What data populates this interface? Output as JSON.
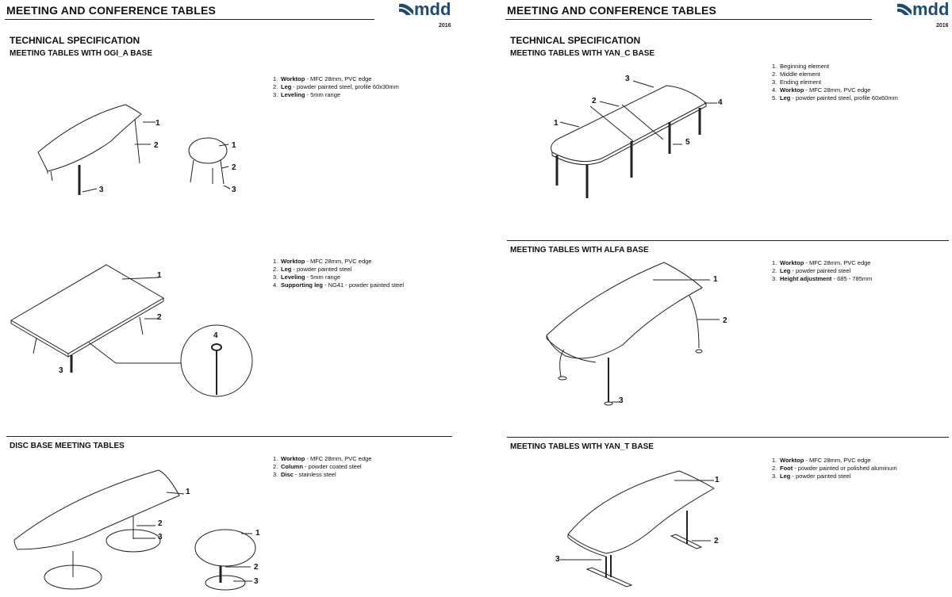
{
  "pages": [
    {
      "header_title": "MEETING AND CONFERENCE TABLES",
      "logo_text": "mdd",
      "year": "2016",
      "technical_spec": "TECHNICAL SPECIFICATION",
      "sections": [
        {
          "title": "MEETING TABLES WITH OGI_A BASE",
          "specs": [
            {
              "num": "1.",
              "name": "Worktop",
              "desc": " - MFC 28mm, PVC edge"
            },
            {
              "num": "2.",
              "name": "Leg",
              "desc": " - powder painted steel, profile 60x30mm"
            },
            {
              "num": "3.",
              "name": "Leveling",
              "desc": " - 5mm range"
            }
          ],
          "callouts": [
            "1",
            "2",
            "3",
            "1",
            "2",
            "3"
          ]
        },
        {
          "title": "",
          "specs": [
            {
              "num": "1.",
              "name": "Worktop",
              "desc": " - MFC 28mm, PVC edge"
            },
            {
              "num": "2.",
              "name": "Leg",
              "desc": " - powder painted steel"
            },
            {
              "num": "3.",
              "name": "Leveling",
              "desc": " - 5mm range"
            },
            {
              "num": "4.",
              "name": "Supporting leg",
              "desc": " - NG41 - powder painted steel"
            }
          ],
          "callouts": [
            "1",
            "2",
            "3",
            "4"
          ]
        },
        {
          "title": "DISC BASE MEETING TABLES",
          "specs": [
            {
              "num": "1.",
              "name": "Worktop",
              "desc": " - MFC 28mm, PVC edge"
            },
            {
              "num": "2.",
              "name": "Column",
              "desc": " - powder coated steel"
            },
            {
              "num": "3.",
              "name": "Disc",
              "desc": " - stainless steel"
            }
          ],
          "callouts": [
            "1",
            "2",
            "3",
            "1",
            "2",
            "3"
          ]
        }
      ]
    },
    {
      "header_title": "MEETING AND CONFERENCE TABLES",
      "logo_text": "mdd",
      "year": "2016",
      "technical_spec": "TECHNICAL SPECIFICATION",
      "sections": [
        {
          "title": "MEETING TABLES WITH YAN_C BASE",
          "specs": [
            {
              "num": "1.",
              "name": "",
              "desc": "Beginning element"
            },
            {
              "num": "2.",
              "name": "",
              "desc": "Middle element"
            },
            {
              "num": "3.",
              "name": "",
              "desc": "Ending element"
            },
            {
              "num": "4.",
              "name": "Worktop",
              "desc": " - MFC 28mm, PVC edge"
            },
            {
              "num": "5.",
              "name": "Leg",
              "desc": " - powder painted steel, profile 60x60mm"
            }
          ],
          "callouts": [
            "1",
            "2",
            "3",
            "4",
            "5"
          ]
        },
        {
          "title": "MEETING TABLES WITH ALFA BASE",
          "specs": [
            {
              "num": "1.",
              "name": "Worktop",
              "desc": " - MFC 28mm, PVC edge"
            },
            {
              "num": "2.",
              "name": "Leg",
              "desc": " - powder painted steel"
            },
            {
              "num": "3.",
              "name": "Height adjustment",
              "desc": " - 685 - 785mm"
            }
          ],
          "callouts": [
            "1",
            "2",
            "3"
          ]
        },
        {
          "title": "MEETING TABLES WITH YAN_T BASE",
          "specs": [
            {
              "num": "1.",
              "name": "Worktop",
              "desc": " - MFC 28mm, PVC edge"
            },
            {
              "num": "2.",
              "name": "Foot",
              "desc": " - powder painted or polished aluminum"
            },
            {
              "num": "3.",
              "name": "Leg",
              "desc": " - powder painted steel"
            }
          ],
          "callouts": [
            "1",
            "2",
            "3"
          ]
        }
      ]
    }
  ],
  "colors": {
    "logo": "#1f4a74",
    "ink": "#111111",
    "rule": "#222222"
  }
}
